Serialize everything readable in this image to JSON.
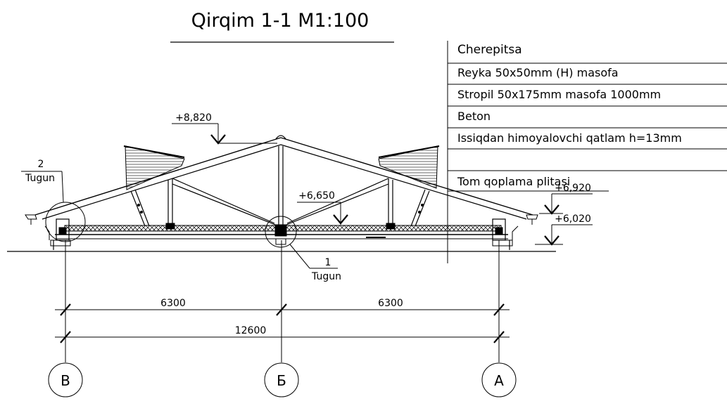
{
  "title": "Qirqim 1-1 M1:100",
  "legend": [
    "Cherepitsa",
    "Reyka 50x50mm (H) masofa",
    "Stropil 50x175mm masofa 1000mm",
    "Beton",
    "Issiqdan himoyalovchi qatlam h=13mm",
    "Tom qoplama plitasi"
  ],
  "elevations": {
    "ridge": "+8,820",
    "ceiling": "+6,650",
    "eave": "+6,920",
    "wall_top": "+6,020"
  },
  "nodes": {
    "node1_number": "1",
    "node1_label": "Tugun",
    "node2_number": "2",
    "node2_label": "Tugun"
  },
  "dimensions": {
    "left_span": "6300",
    "right_span": "6300",
    "total_span": "12600"
  },
  "axes": [
    "В",
    "Б",
    "А"
  ]
}
